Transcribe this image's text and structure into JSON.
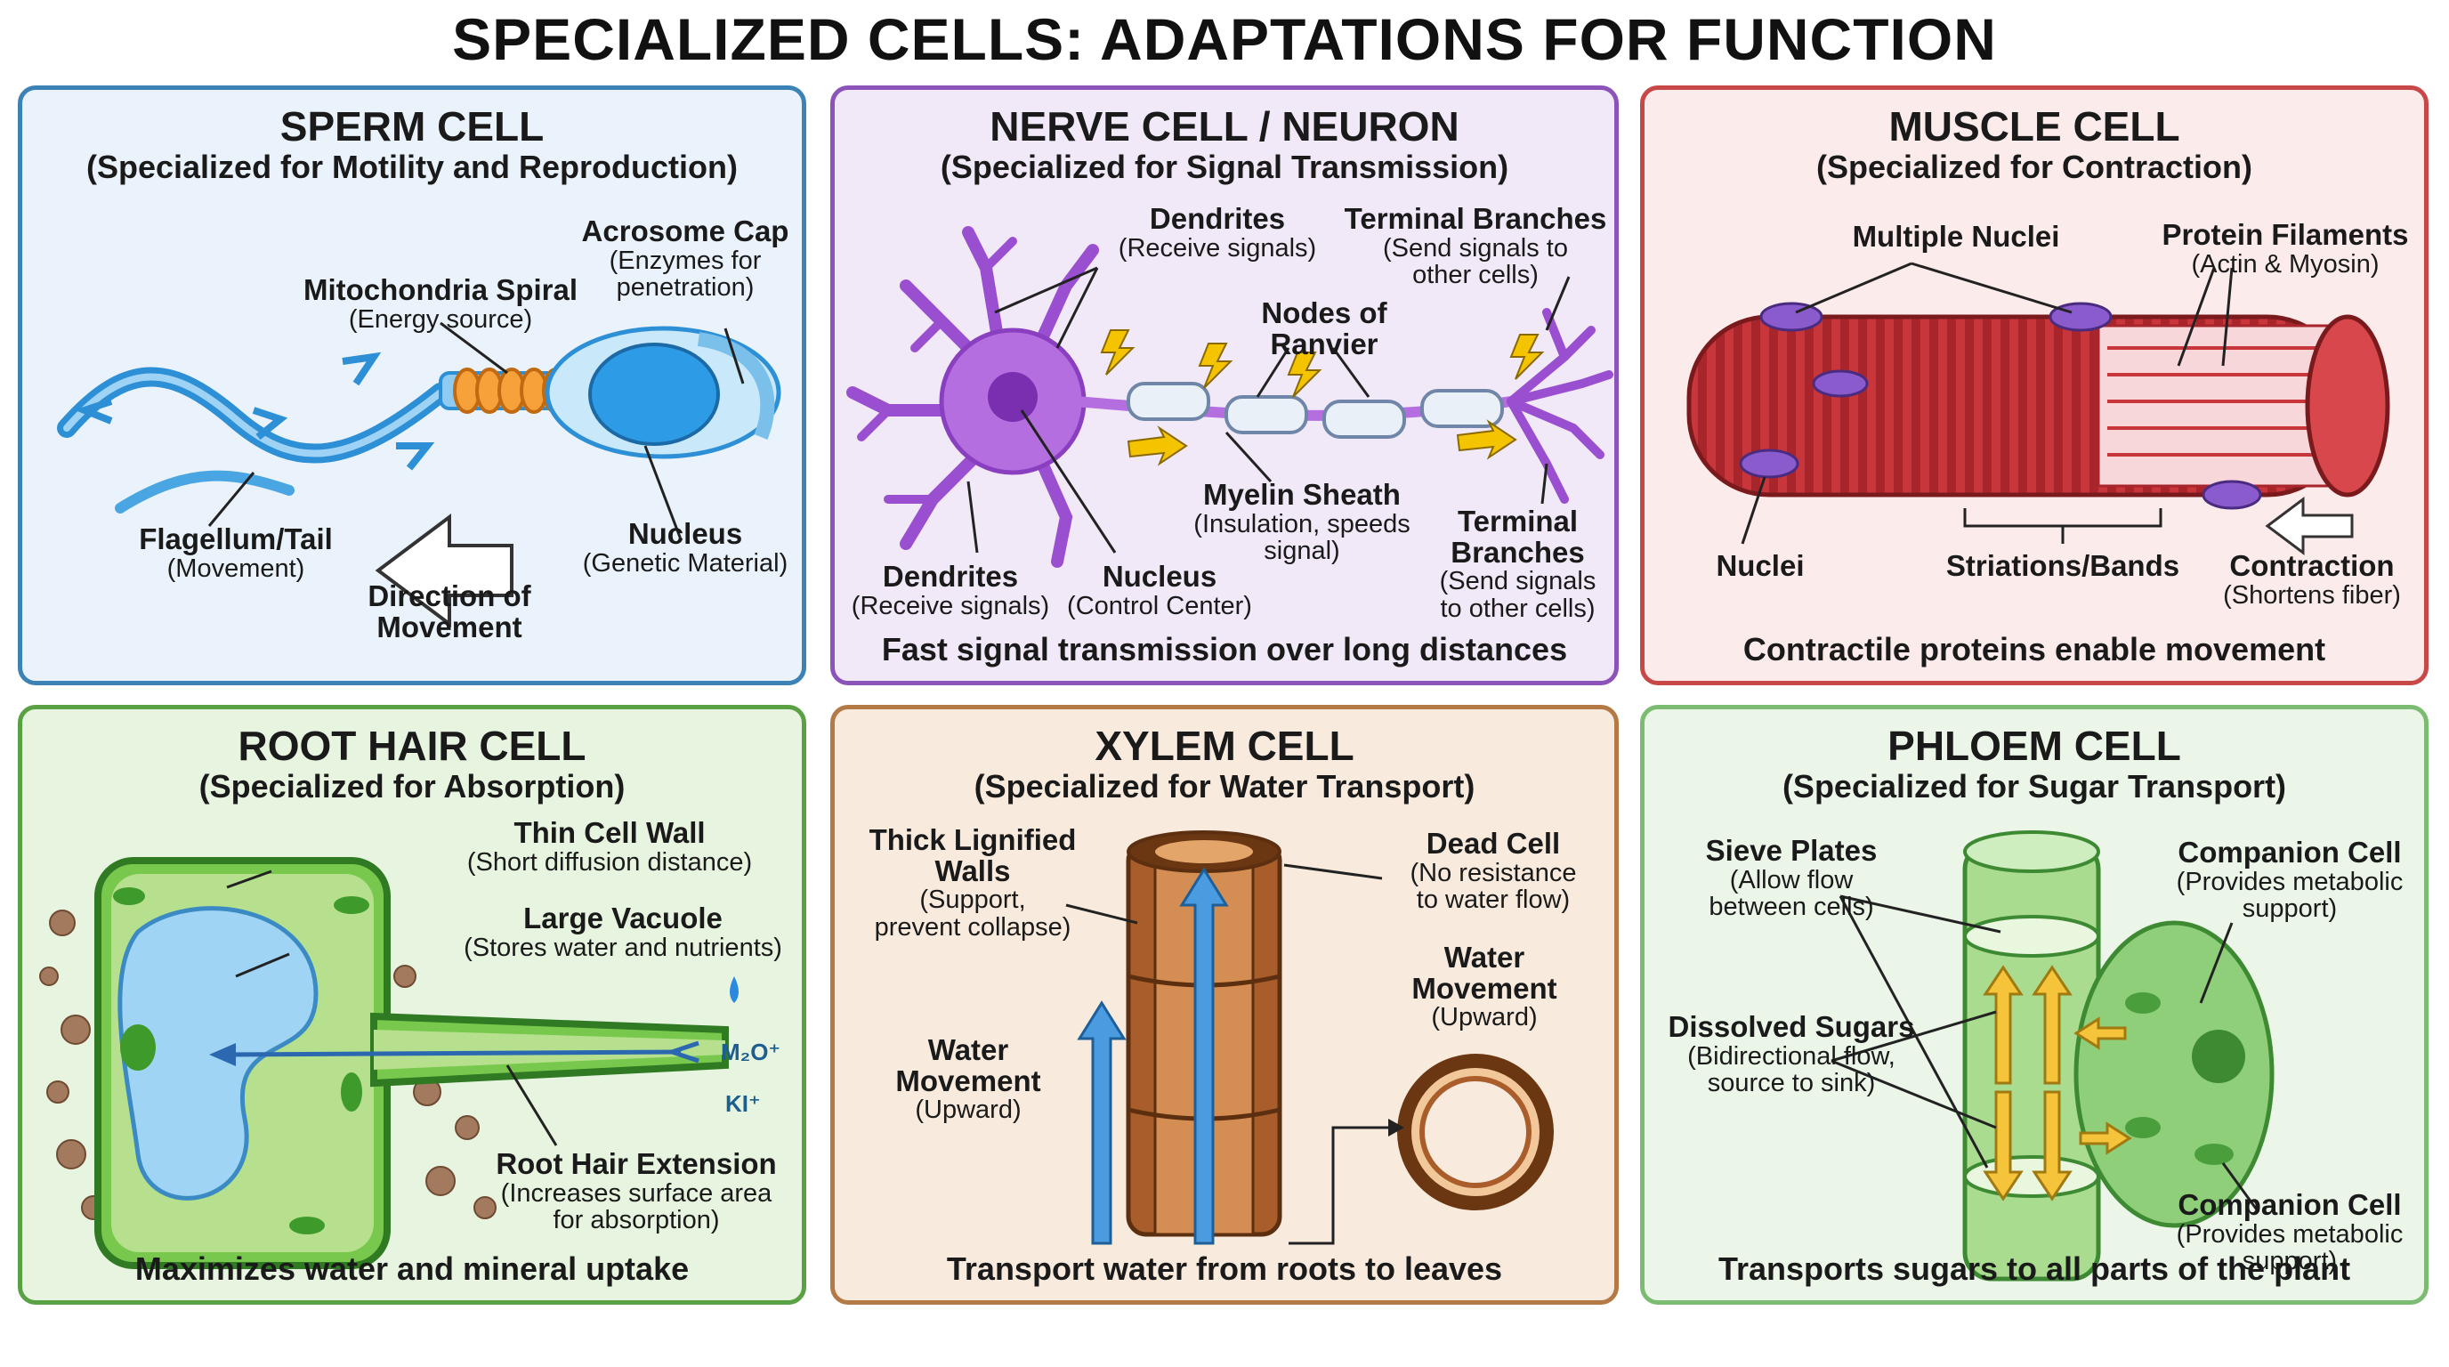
{
  "title": "SPECIALIZED CELLS: ADAPTATIONS FOR FUNCTION",
  "colors": {
    "sperm_border": "#3c82b5",
    "nerve_border": "#8c54b8",
    "muscle_border": "#c84848",
    "root_border": "#5aa146",
    "xylem_border": "#b37a45",
    "phloem_border": "#7cbc72"
  },
  "sperm": {
    "title": "SPERM CELL",
    "subtitle": "(Specialized for Motility and Reproduction)",
    "acrosome": {
      "name": "Acrosome Cap",
      "desc1": "(Enzymes for",
      "desc2": "penetration)"
    },
    "mitochondria": {
      "name": "Mitochondria Spiral",
      "desc": "(Energy source)"
    },
    "flagellum": {
      "name": "Flagellum/Tail",
      "desc": "(Movement)"
    },
    "nucleus": {
      "name": "Nucleus",
      "desc": "(Genetic Material)"
    },
    "direction": {
      "line1": "Direction of",
      "line2": "Movement"
    }
  },
  "nerve": {
    "title": "NERVE CELL / NEURON",
    "subtitle": "(Specialized for Signal Transmission)",
    "dendrites_top": {
      "name": "Dendrites",
      "desc": "(Receive signals)"
    },
    "terminal_top": {
      "name": "Terminal Branches",
      "desc1": "(Send signals to",
      "desc2": "other cells)"
    },
    "nodes": {
      "line1": "Nodes of",
      "line2": "Ranvier"
    },
    "myelin": {
      "name": "Myelin Sheath",
      "desc1": "(Insulation, speeds",
      "desc2": "signal)"
    },
    "dendrites_bottom": {
      "name": "Dendrites",
      "desc": "(Receive signals)"
    },
    "nucleus": {
      "name": "Nucleus",
      "desc": "(Control Center)"
    },
    "terminal_bottom": {
      "line1": "Terminal",
      "line2": "Branches",
      "desc1": "(Send signals",
      "desc2": "to other cells)"
    },
    "footer": "Fast signal transmission over long distances"
  },
  "muscle": {
    "title": "MUSCLE CELL",
    "subtitle": "(Specialized for Contraction)",
    "multiple_nuclei": "Multiple Nuclei",
    "filaments": {
      "name": "Protein Filaments",
      "desc": "(Actin & Myosin)"
    },
    "nuclei": "Nuclei",
    "striations": "Striations/Bands",
    "contraction": {
      "name": "Contraction",
      "desc": "(Shortens fiber)"
    },
    "footer": "Contractile proteins enable movement"
  },
  "root": {
    "title": "ROOT HAIR CELL",
    "subtitle": "(Specialized for Absorption)",
    "wall": {
      "name": "Thin Cell Wall",
      "desc": "(Short diffusion distance)"
    },
    "vacuole": {
      "name": "Large Vacuole",
      "desc": "(Stores water and nutrients)"
    },
    "chem1": "M₂O⁺",
    "chem2": "KI⁺",
    "extension": {
      "name": "Root Hair Extension",
      "desc1": "(Increases surface area",
      "desc2": "for absorption)"
    },
    "footer": "Maximizes water and mineral uptake"
  },
  "xylem": {
    "title": "XYLEM CELL",
    "subtitle": "(Specialized for Water Transport)",
    "walls": {
      "line1": "Thick Lignified",
      "line2": "Walls",
      "desc1": "(Support,",
      "desc2": "prevent collapse)"
    },
    "dead": {
      "name": "Dead Cell",
      "desc1": "(No resistance",
      "desc2": "to water flow)"
    },
    "water_left": {
      "line1": "Water",
      "line2": "Movement",
      "desc": "(Upward)"
    },
    "water_right": {
      "line1": "Water",
      "line2": "Movement",
      "desc": "(Upward)"
    },
    "footer": "Transport water from roots to leaves"
  },
  "phloem": {
    "title": "PHLOEM CELL",
    "subtitle": "(Specialized for Sugar Transport)",
    "sieve": {
      "name": "Sieve Plates",
      "desc1": "(Allow flow",
      "desc2": "between cells)"
    },
    "companion_top": {
      "name": "Companion Cell",
      "desc1": "(Provides metabolic",
      "desc2": "support)"
    },
    "sugars": {
      "name": "Dissolved Sugars",
      "desc1": "(Bidirectional flow,",
      "desc2": "source to sink)"
    },
    "companion_bottom": {
      "name": "Companion Cell",
      "desc1": "(Provides metabolic",
      "desc2": "support)"
    },
    "footer": "Transports sugars to all parts of the plant"
  }
}
